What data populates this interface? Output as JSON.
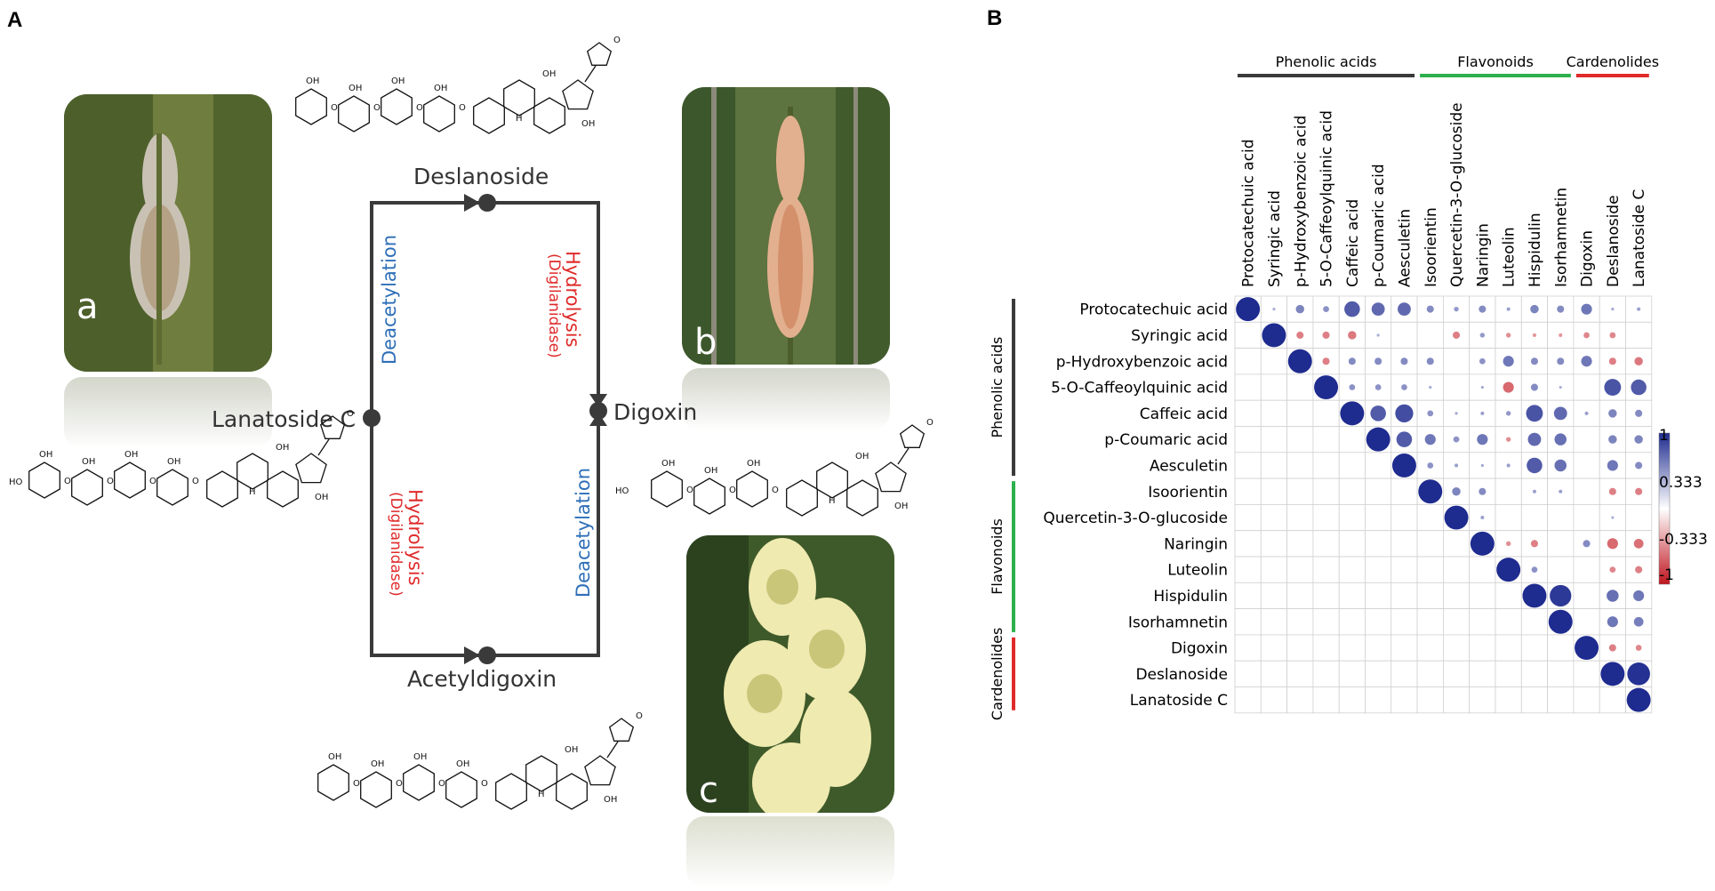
{
  "panel_labels": {
    "a": "A",
    "b": "B"
  },
  "photos": [
    {
      "letter": "a",
      "palette": [
        "#6f7d3e",
        "#3e5324",
        "#c9c2b4"
      ]
    },
    {
      "letter": "b",
      "palette": [
        "#5d7340",
        "#2f4b22",
        "#e3b08f"
      ]
    },
    {
      "letter": "c",
      "palette": [
        "#3f5a2a",
        "#25381b",
        "#efeab0"
      ]
    }
  ],
  "pathway": {
    "compounds": {
      "lanatoside": "Lanatoside C",
      "deslanoside": "Deslanoside",
      "digoxin": "Digoxin",
      "acetyldigoxin": "Acetyldigoxin"
    },
    "reactions": {
      "deacetylation_left": "Deacetylation",
      "hydrolysis_right": "Hydrolysis",
      "enzyme_right": "(Digilanidase)",
      "hydrolysis_left": "Hydrolysis",
      "enzyme_left": "(Digilanidase)",
      "deacetylation_right": "Deacetylation"
    },
    "atom_labels": {
      "hydroxyl": "OH",
      "oxygen": "O",
      "hydroxyl_left": "HO",
      "hydrogen": "H"
    }
  },
  "correlation": {
    "variables": [
      "Protocatechuic acid",
      "Syringic acid",
      "p-Hydroxybenzoic acid",
      "5-O-Caffeoylquinic acid",
      "Caffeic acid",
      "p-Coumaric acid",
      "Aesculetin",
      "Isoorientin",
      "Quercetin-3-O-glucoside",
      "Naringin",
      "Luteolin",
      "Hispidulin",
      "Isorhamnetin",
      "Digoxin",
      "Deslanoside",
      "Lanatoside C"
    ],
    "groups": [
      {
        "name": "Phenolic acids",
        "start": 0,
        "end": 6,
        "color": "#3a3a3a"
      },
      {
        "name": "Flavonoids",
        "start": 7,
        "end": 12,
        "color": "#2db04b"
      },
      {
        "name": "Cardenolides",
        "start": 13,
        "end": 15,
        "color": "#e02a2a"
      }
    ],
    "legend": {
      "ticks": [
        "1",
        "0.333",
        "-0.333",
        "-1"
      ],
      "colors": [
        "#1e2b8f",
        "#ffffff",
        "#c0151f"
      ]
    },
    "upper": [
      [
        0.05,
        0.35,
        0.25,
        0.65,
        0.55,
        0.55,
        0.3,
        0.2,
        0.3,
        0.15,
        0.35,
        0.3,
        0.45,
        0.1,
        0.15
      ],
      [
        -0.3,
        -0.3,
        -0.35,
        0.05,
        0.0,
        0.0,
        -0.3,
        0.2,
        -0.2,
        -0.15,
        -0.15,
        -0.25,
        -0.25
      ],
      [
        -0.3,
        0.3,
        0.3,
        0.3,
        0.3,
        0.0,
        0.25,
        0.45,
        0.3,
        0.3,
        0.45,
        -0.3,
        -0.35
      ],
      [
        0.25,
        0.25,
        0.25,
        0.1,
        0.0,
        0.1,
        -0.45,
        0.3,
        0.05,
        0.0,
        0.7,
        0.65
      ],
      [
        0.65,
        0.75,
        0.25,
        0.1,
        0.15,
        0.2,
        0.7,
        0.55,
        0.15,
        0.35,
        0.3
      ],
      [
        0.65,
        0.45,
        0.25,
        0.45,
        -0.2,
        0.55,
        0.5,
        0.0,
        0.35,
        0.35
      ],
      [
        0.25,
        0.15,
        0.1,
        0.15,
        0.65,
        0.5,
        0.0,
        0.45,
        0.3
      ],
      [
        0.35,
        0.3,
        0.0,
        0.15,
        0.15,
        0.0,
        -0.3,
        -0.3
      ],
      [
        0.15,
        0.0,
        0.0,
        0.0,
        0.0,
        0.05,
        0.0
      ],
      [
        -0.2,
        -0.3,
        0.0,
        0.3,
        -0.45,
        -0.4
      ],
      [
        0.25,
        0.0,
        0.0,
        -0.25,
        -0.3
      ],
      [
        0.9,
        0.0,
        0.5,
        0.45
      ],
      [
        0.0,
        0.45,
        0.4
      ],
      [
        -0.3,
        -0.25
      ],
      [
        0.95
      ]
    ]
  }
}
